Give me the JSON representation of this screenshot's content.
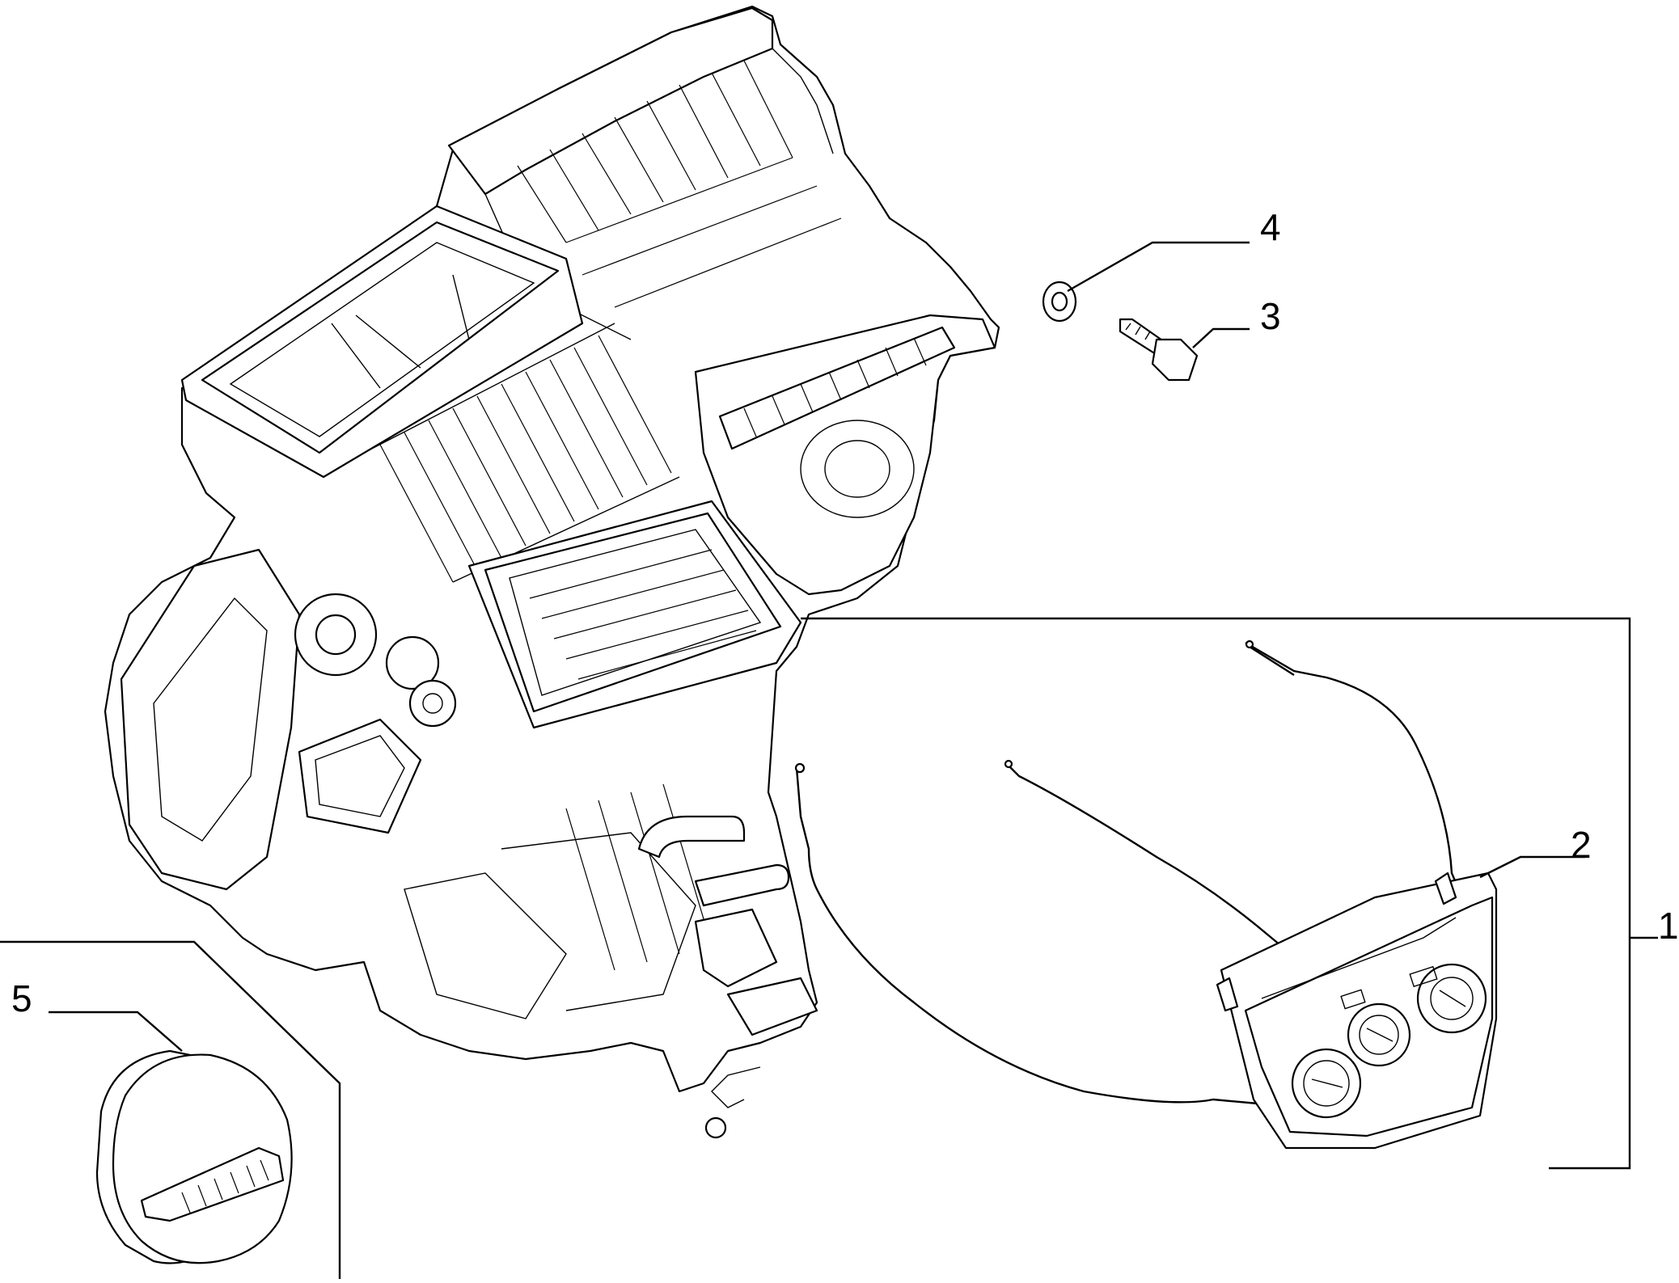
{
  "diagram": {
    "callouts": [
      {
        "id": "1",
        "label": "1"
      },
      {
        "id": "2",
        "label": "2"
      },
      {
        "id": "3",
        "label": "3"
      },
      {
        "id": "4",
        "label": "4"
      },
      {
        "id": "5",
        "label": "5"
      }
    ],
    "parts": [
      {
        "ref": "1",
        "icon": "heater-housing-assembly-icon"
      },
      {
        "ref": "2",
        "icon": "climate-control-panel-icon"
      },
      {
        "ref": "3",
        "icon": "bolt-icon"
      },
      {
        "ref": "4",
        "icon": "washer-icon"
      },
      {
        "ref": "5",
        "icon": "cap-plug-icon"
      }
    ],
    "line_color": "#000000",
    "background": "#ffffff"
  }
}
